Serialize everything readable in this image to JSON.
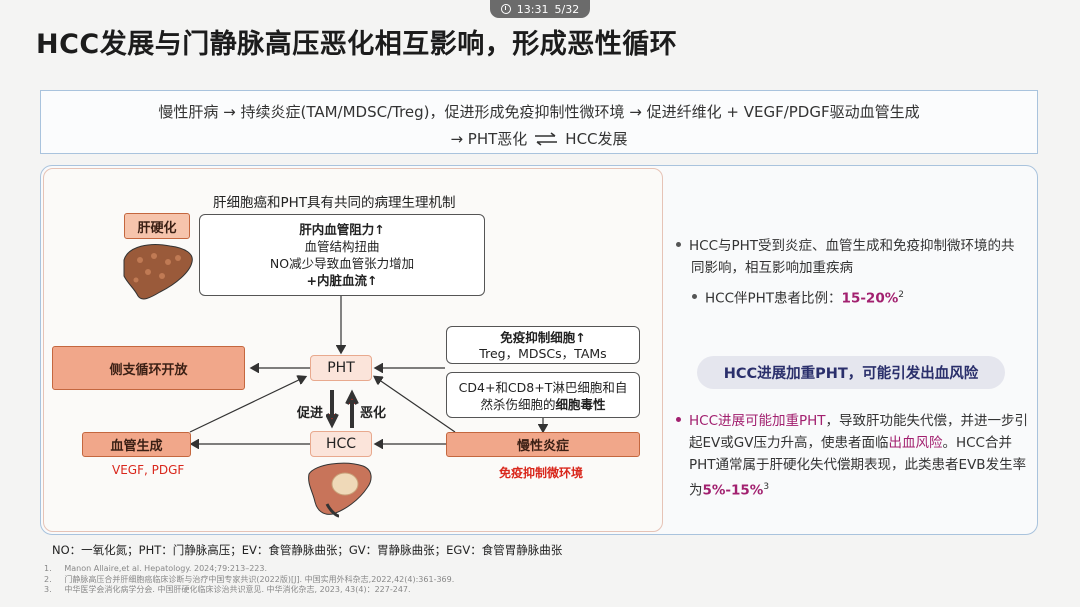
{
  "player": {
    "time": "13:31",
    "page": "5/32"
  },
  "title": "HCC发展与门静脉高压恶化相互影响，形成恶性循环",
  "flow": {
    "line1": "慢性肝病 → 持续炎症(TAM/MDSC/Treg)，促进形成免疫抑制性微环境 → 促进纤维化 + VEGF/PDGF驱动血管生成",
    "line2_left": "→ PHT恶化",
    "line2_right": "HCC发展"
  },
  "diagram": {
    "heading": "肝细胞癌和PHT具有共同的病理生理机制",
    "cirrhosis_label": "肝硬化",
    "mechanism": {
      "line1": "肝内血管阻力↑",
      "line2": "血管结构扭曲",
      "line3": "NO减少导致血管张力增加",
      "line4": "+内脏血流↑"
    },
    "collateral": "侧支循环开放",
    "pht": "PHT",
    "hcc": "HCC",
    "promote": "促进",
    "worsen": "恶化",
    "angiogenesis": "血管生成",
    "angiogenesis_note": "VEGF, PDGF",
    "immune_title": "免疫抑制细胞↑",
    "immune_cells": "Treg，MDSCs，TAMs",
    "cytotox_line1": "CD4+和CD8+T淋巴细胞和自",
    "cytotox_line2a": "然杀伤细胞的",
    "cytotox_line2b": "细胞毒性",
    "inflammation": "慢性炎症",
    "inflammation_note": "免疫抑制微环境"
  },
  "right": {
    "bullet1_line1": "HCC与PHT受到炎症、血管生成和免疫抑制微环境的共",
    "bullet1_line2": "同影响，相互影响加重疾病",
    "sub_label": "HCC伴PHT患者比例：",
    "sub_value": "15-20%",
    "sub_sup": "2",
    "callout": "HCC进展加重PHT，可能引发出血风险",
    "b2_l1a": "HCC进展可能加重PHT",
    "b2_l1b": "，导致肝功能失代偿，并进一步引",
    "b2_l2a": "起EV或GV压力升高，使患者面临",
    "b2_l2b": "出血风险",
    "b2_l2c": "。HCC合并",
    "b2_l3": "PHT通常属于肝硬化失代偿期表现，此类患者EVB发生率",
    "b2_l4a": "为",
    "b2_l4b": "5%-15%",
    "b2_l4c": "3"
  },
  "footnote": "NO：一氧化氮；PHT：门静脉高压；EV：食管静脉曲张；GV：胃静脉曲张；EGV：食管胃静脉曲张",
  "references": [
    {
      "num": "1.",
      "text": "Manon Allaire,et al. Hepatology. 2024;79:213–223."
    },
    {
      "num": "2.",
      "text": "门静脉高压合并肝细胞癌临床诊断与治疗中国专家共识(2022版)[J]. 中国实用外科杂志,2022,42(4):361-369."
    },
    {
      "num": "3.",
      "text": "中华医学会消化病学分会. 中国肝硬化临床诊治共识意见. 中华消化杂志, 2023, 43(4)：227-247."
    }
  ],
  "colors": {
    "accent_orange": "#f1a78a",
    "highlight_purple": "#a2206f",
    "red_text": "#d9271c",
    "panel_border": "#a9c3dd"
  }
}
